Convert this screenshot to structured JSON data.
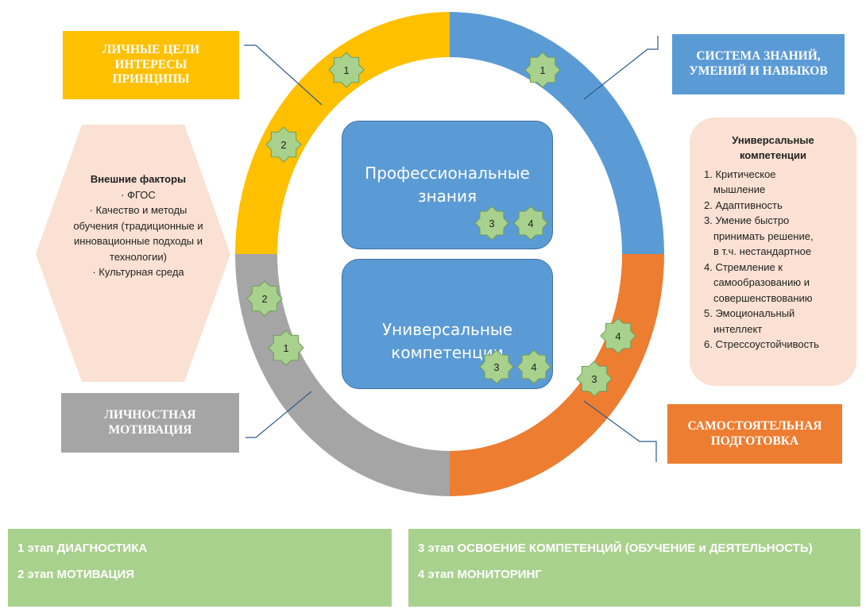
{
  "colors": {
    "yellow": "#ffc000",
    "blue": "#5b9bd5",
    "gray": "#a5a5a5",
    "orange": "#ed7d31",
    "green": "#a9d18e",
    "peach": "#fbe1d3",
    "star": "#a9d18e"
  },
  "quadrant_boxes": {
    "yellow": "ЛИЧНЫЕ ЦЕЛИ\nИНТЕРЕСЫ\nПРИНЦИПЫ",
    "blue": "СИСТЕМА ЗНАНИЙ,\nУМЕНИЙ И НАВЫКОВ",
    "gray": "ЛИЧНОСТНАЯ\nМОТИВАЦИЯ",
    "orange": "САМОСТОЯТЕЛЬНАЯ\nПОДГОТОВКА"
  },
  "inner_boxes": {
    "professional": "Профессиональные\nзнания",
    "universal": "Универсальные\nкомпетенции"
  },
  "external_factors": {
    "title": "Внешние факторы",
    "items": [
      "· ФГОС",
      "· Качество и методы обучения (традиционные и инновационные подходы и технологии)",
      "· Культурная среда"
    ]
  },
  "competencies": {
    "title": "Универсальные\nкомпетенции",
    "items": [
      "1. Критическое\nмышление",
      "2. Адаптивность",
      "3. Умение быстро\nпринимать решение,\nв т.ч. нестандартное",
      "4. Стремление к\nсамообразованию и\nсовершенствованию",
      "5. Эмоциональный\nинтеллект",
      "6. Стрессоустойчивость"
    ]
  },
  "stars": {
    "yellow_1": "1",
    "yellow_2": "2",
    "blue_1": "1",
    "gray_2": "2",
    "gray_1": "1",
    "orange_4": "4",
    "orange_3": "3",
    "prof_3": "3",
    "prof_4": "4",
    "univ_3": "3",
    "univ_4": "4"
  },
  "stages": {
    "s1": "1 этап ДИАГНОСТИКА",
    "s2": "2 этап МОТИВАЦИЯ",
    "s3": "3 этап  ОСВОЕНИЕ КОМПЕТЕНЦИЙ (ОБУЧЕНИЕ и  ДЕЯТЕЛЬНОСТЬ)",
    "s4": "4 этап МОНИТОРИНГ"
  }
}
